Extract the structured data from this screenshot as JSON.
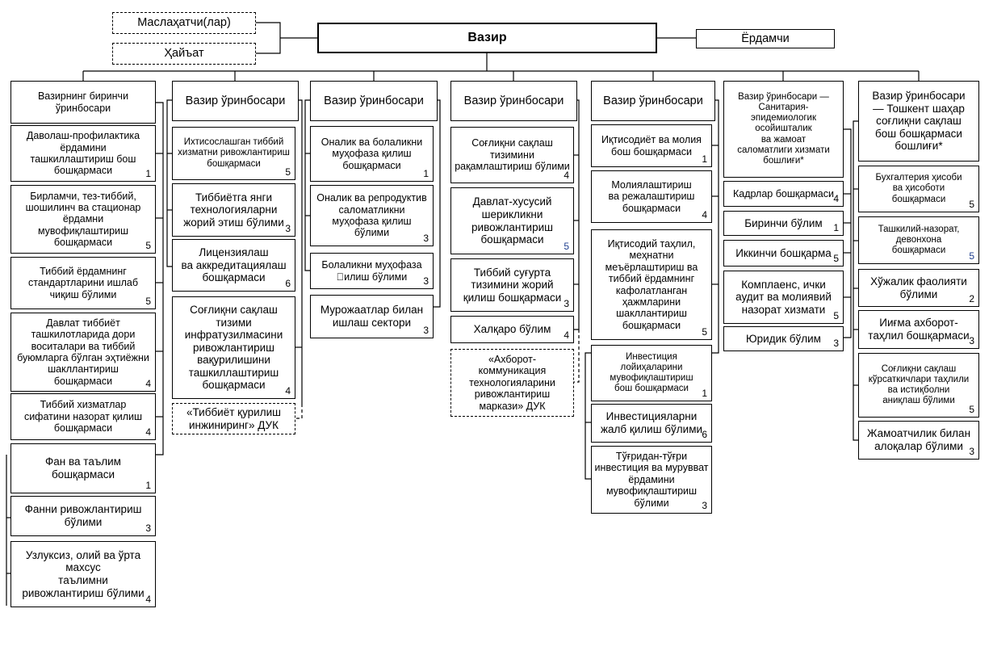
{
  "top": {
    "minister": "Вазир",
    "advisers": "Маслаҳатчи(лар)",
    "board": "Ҳайъат",
    "assistant": "Ёрдамчи"
  },
  "columns": [
    {
      "head": "Вазирнинг биринчи\nўринбосари",
      "units": [
        {
          "label": "Даволаш-профилактика\nёрдамини\nташкиллаштириш бош\nбошқармаси",
          "n": "1"
        },
        {
          "label": "Бирламчи, тез-тиббий,\nшошилинч ва стационар\nёрдамни\nмувофиқлаштириш\nбошқармаси",
          "n": "5"
        },
        {
          "label": "Тиббий ёрдамнинг\nстандартларини ишлаб\nчиқиш бўлими",
          "n": "5"
        },
        {
          "label": "Давлат тиббиёт\nташкилотларида дори\nвоситалари ва тиббий\nбуюмларга бўлган эҳтиёжни\nшакллантириш\nбошқармаси",
          "n": "4"
        },
        {
          "label": "Тиббий хизматлар\nсифатини назорат қилиш\nбошқармаси",
          "n": "4"
        },
        {
          "label": "Фан ва таълим\nбошқармаси",
          "n": "1"
        },
        {
          "label": "Фанни ривожлантириш\nбўлими",
          "n": "3"
        },
        {
          "label": "Узлуксиз, олий ва ўрта\nмахсус\nтаълимни\nривожлантириш бўлими",
          "n": "4"
        }
      ]
    },
    {
      "head": "Вазир ўринбосари",
      "units": [
        {
          "label": "Ихтисослашган тиббий\nхизматни ривожлантириш\nбошқармаси",
          "n": "5"
        },
        {
          "label": "Тиббиётга янги\nтехнологияларни\nжорий этиш бўлими",
          "n": "3"
        },
        {
          "label": "Лицензиялаш\nва аккредитациялаш\nбошқармаси",
          "n": "6"
        },
        {
          "label": "Соғлиқни сақлаш\nтизими\nинфратузилмасини\nривожлантириш\nвақурилишини\nташкиллаштириш\nбошқармаси",
          "n": "4"
        },
        {
          "label": "«Тиббиёт қурилиш\nинжиниринг» ДУК",
          "n": ""
        }
      ]
    },
    {
      "head": "Вазир ўринбосари",
      "units": [
        {
          "label": "Оналик ва болаликни\nмуҳофаза қилиш\nбошқармаси",
          "n": "1"
        },
        {
          "label": "Оналик ва репродуктив\nсаломатликни\nмуҳофаза қилиш\nбўлими",
          "n": "3"
        },
        {
          "label": "Болаликни муҳофаза\n􀂛илиш бўлими",
          "n": "3"
        },
        {
          "label": "Мурожаатлар билан\nишлаш сектори",
          "n": "3"
        }
      ]
    },
    {
      "head": "Вазир ўринбосари",
      "units": [
        {
          "label": "Соғлиқни сақлаш\nтизимини\nрақамлаштириш бўлими",
          "n": "4"
        },
        {
          "label": "Давлат-хусусий\nшерикликни\nривожлантириш\nбошқармаси",
          "n": "5"
        },
        {
          "label": "Тиббий суғурта\nтизимини жорий\nқилиш бошқармаси",
          "n": "3"
        },
        {
          "label": "Халқаро бўлим",
          "n": "4"
        },
        {
          "label": "«Ахборот-\nкоммуникация\nтехнологияларини\nривожлантириш\nмаркази» ДУК",
          "n": ""
        }
      ]
    },
    {
      "head": "Вазир ўринбосари",
      "units": [
        {
          "label": "Иқтисодиёт ва молия\nбош бошқармаси",
          "n": "1"
        },
        {
          "label": "Молиялаштириш\nва режалаштириш\nбошқармаси",
          "n": "4"
        },
        {
          "label": "Иқтисодий таҳлил,\nмеҳнатни\nмеъёрлаштириш ва\nтиббий ёрдамнинг\nкафолатланган\nҳажмларини\nшакллантириш\nбошқармаси",
          "n": "5"
        },
        {
          "label": "Инвестиция\nлойиҳаларини\nмувофиқлаштириш\nбош бошқармаси",
          "n": "1"
        },
        {
          "label": "Инвестицияларни\nжалб қилиш бўлими",
          "n": "6"
        },
        {
          "label": "Тўғридан-тўғри\nинвестиция ва мурувват\nёрдамини\nмувофиқлаштириш\nбўлими",
          "n": "3"
        }
      ]
    },
    {
      "head": "Вазир ўринбосари —\nСанитария-\nэпидемиологик\nосойишталик\nва жамоат\nсаломатлиги хизмати\nбошлиғи*",
      "units": [
        {
          "label": "Кадрлар бошқармаси",
          "n": "4"
        },
        {
          "label": "Биринчи бўлим",
          "n": "1"
        },
        {
          "label": "Иккинчи бошқарма",
          "n": "5"
        },
        {
          "label": "Комплаенс, ички\nаудит ва молиявий\nназорат хизмати",
          "n": "5"
        },
        {
          "label": "Юридик бўлим",
          "n": "3"
        }
      ]
    },
    {
      "head": "Вазир ўринбосари\n— Тошкент шаҳар\nсоғлиқни сақлаш\nбош бошқармаси\nбошлиғи*",
      "units": [
        {
          "label": "Бухгалтерия ҳисоби\nва ҳисоботи\nбошқармаси",
          "n": "5"
        },
        {
          "label": "Ташкилий-назорат,\nдевонхона\nбошқармаси",
          "n": "5"
        },
        {
          "label": "Хўжалик фаолияти\nбўлими",
          "n": "2"
        },
        {
          "label": "Ииғма ахборот-\nтаҳлил бошқармаси",
          "n": "3"
        },
        {
          "label": "Соғлиқни сақлаш\nкўрсаткичлари таҳлили\nва истиқболни\nаниқлаш бўлими",
          "n": "5"
        },
        {
          "label": "Жамоатчилик билан\nалоқалар бўлими",
          "n": "3"
        }
      ]
    }
  ]
}
